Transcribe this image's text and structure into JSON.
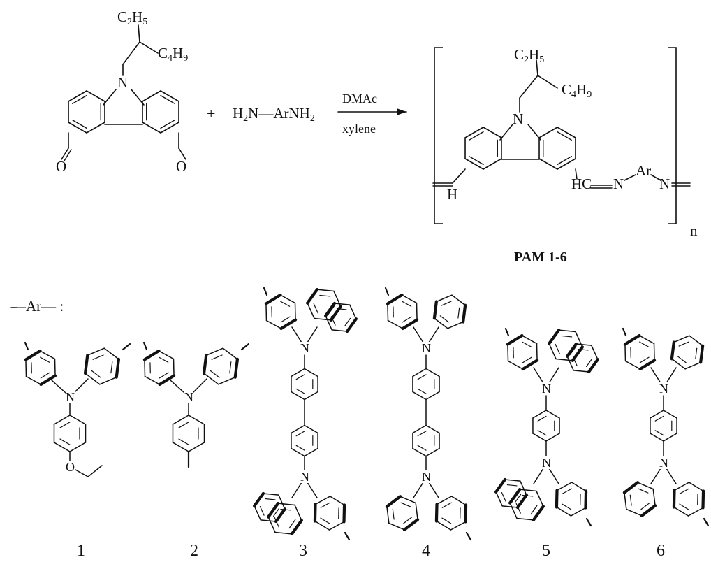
{
  "reactant": {
    "ethyl": {
      "c": "C",
      "s1": "2",
      "h": "H",
      "s2": "5"
    },
    "butyl": {
      "c": "C",
      "s1": "4",
      "h": "H",
      "s2": "9"
    },
    "n": "N",
    "o_left": "O",
    "o_right": "O"
  },
  "plus": "+",
  "diamine": {
    "h": "H",
    "s1": "2",
    "n": "N",
    "dash": "—",
    "ar": "Ar",
    "nh": "NH",
    "s2": "2"
  },
  "conditions": {
    "top": "DMAc",
    "bottom": "xylene"
  },
  "product": {
    "ethyl": {
      "c": "C",
      "s1": "2",
      "h": "H",
      "s2": "5"
    },
    "butyl": {
      "c": "C",
      "s1": "4",
      "h": "H",
      "s2": "9"
    },
    "n": "N",
    "ch": "H",
    "hc": "HC",
    "n1": "N",
    "ar": "Ar",
    "n2": "N",
    "repeat": "n",
    "name": "PAM 1-6"
  },
  "ar_key": "—Ar— :",
  "ar_units": [
    {
      "label": "1"
    },
    {
      "label": "2"
    },
    {
      "label": "3"
    },
    {
      "label": "4"
    },
    {
      "label": "5"
    },
    {
      "label": "6"
    }
  ],
  "atom_labels": {
    "n": "N",
    "o": "O"
  }
}
